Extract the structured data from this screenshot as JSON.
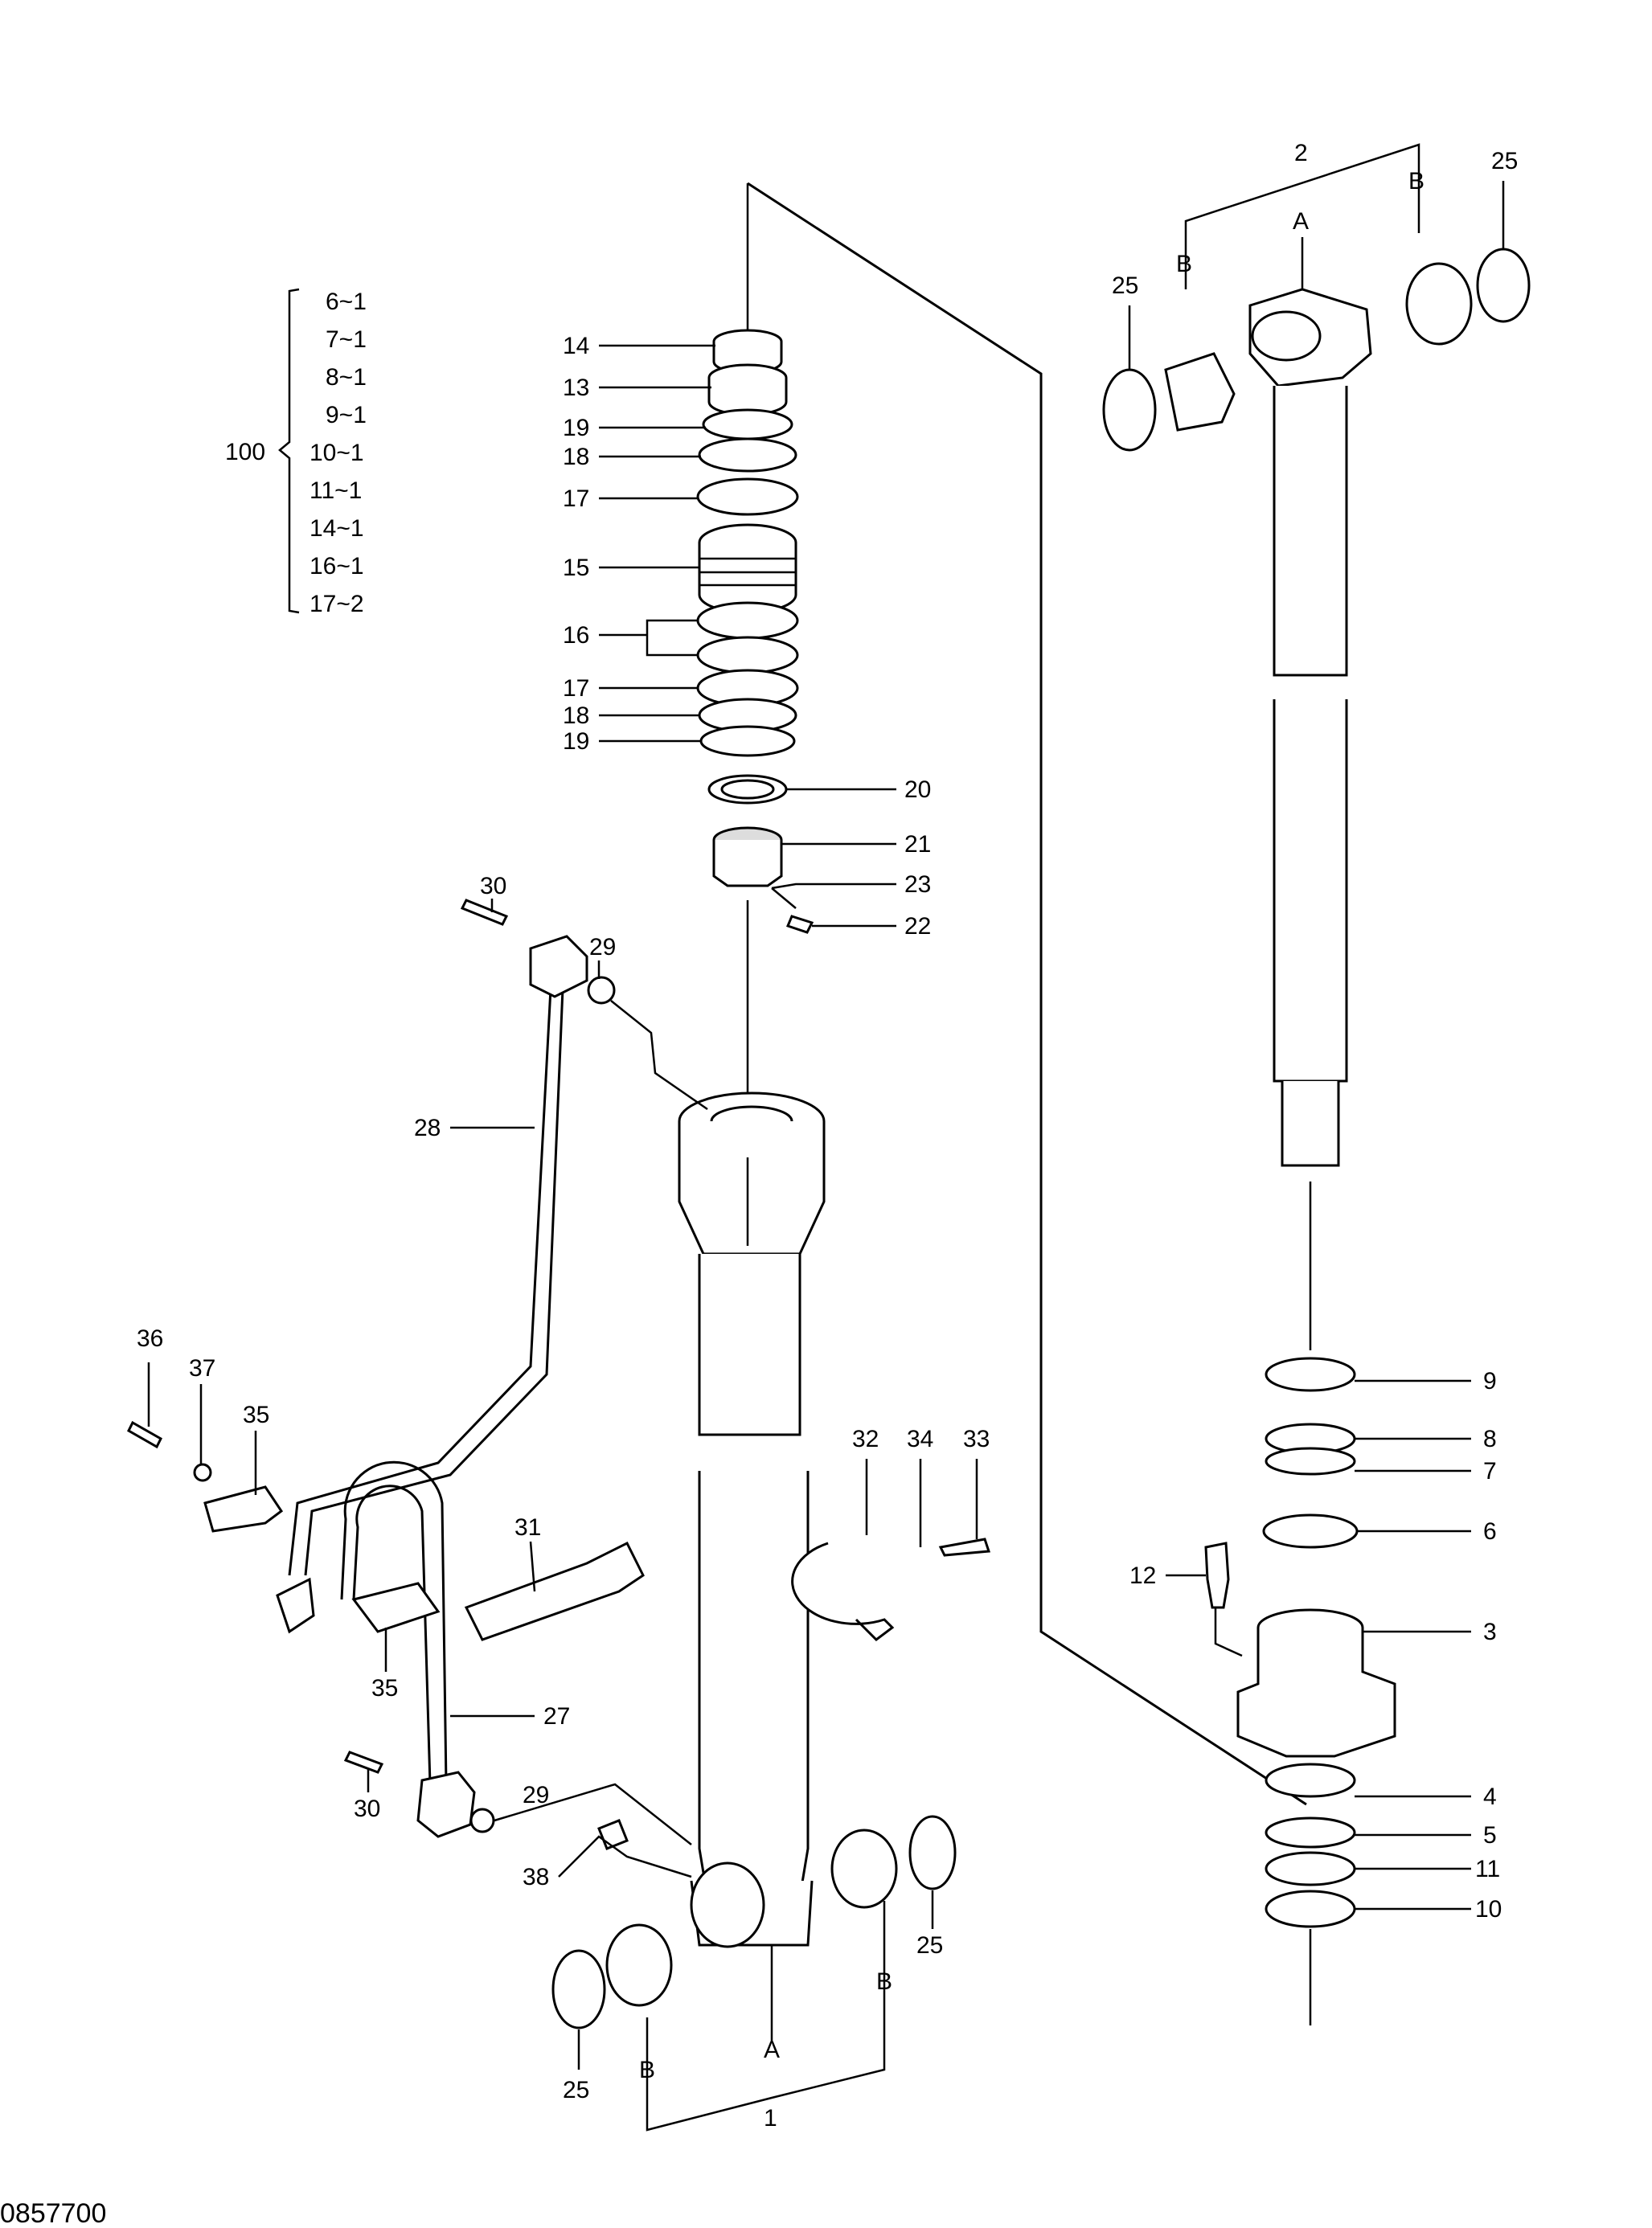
{
  "doc_number": "0857700",
  "kit": {
    "number": "100",
    "items": [
      "6~1",
      "7~1",
      "8~1",
      "9~1",
      "10~1",
      "11~1",
      "14~1",
      "16~1",
      "17~2"
    ]
  },
  "labels": {
    "p1": "1",
    "p2": "2",
    "p3": "3",
    "p4": "4",
    "p5": "5",
    "p6": "6",
    "p7": "7",
    "p8": "8",
    "p9": "9",
    "p10": "10",
    "p11": "11",
    "p12": "12",
    "p13": "13",
    "p14": "14",
    "p15": "15",
    "p16": "16",
    "p17a": "17",
    "p17b": "17",
    "p18a": "18",
    "p18b": "18",
    "p19a": "19",
    "p19b": "19",
    "p20": "20",
    "p21": "21",
    "p22": "22",
    "p23": "23",
    "p25a": "25",
    "p25b": "25",
    "p25c": "25",
    "p25d": "25",
    "p27": "27",
    "p28": "28",
    "p29a": "29",
    "p29b": "29",
    "p30a": "30",
    "p30b": "30",
    "p31": "31",
    "p32": "32",
    "p33": "33",
    "p34": "34",
    "p35a": "35",
    "p35b": "35",
    "p36": "36",
    "p37": "37",
    "p38": "38",
    "a1": "A",
    "b1a": "B",
    "b1b": "B",
    "a2": "A",
    "b2a": "B",
    "b2b": "B"
  }
}
